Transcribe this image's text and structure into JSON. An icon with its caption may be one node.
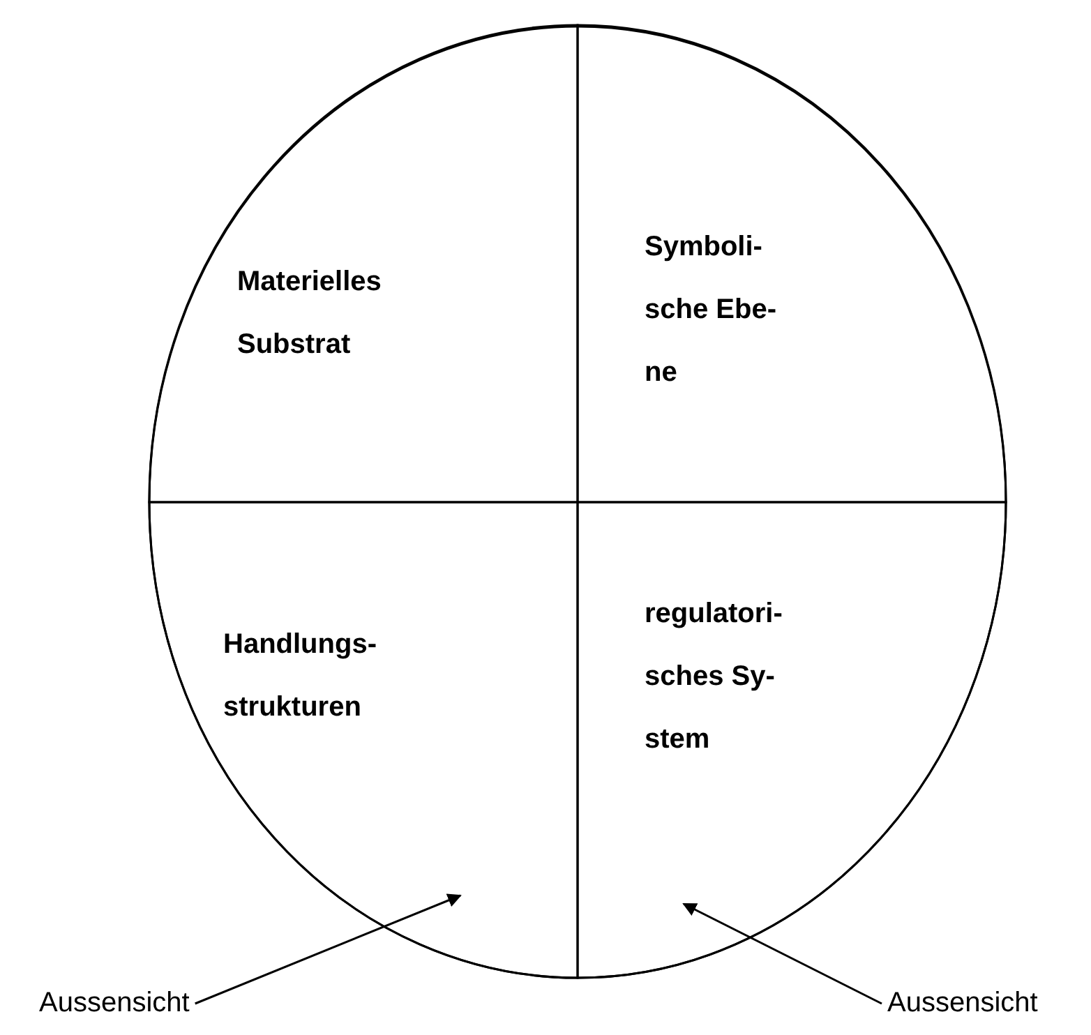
{
  "diagram": {
    "nodes": [
      {
        "text": [],
        "shape": "circle"
      },
      {
        "text": [
          "Materielles Substrat"
        ],
        "in": 0
      },
      {
        "text": [
          "Symboli- sche Ebe- ne"
        ],
        "in": 0
      },
      {
        "text": [
          "Handlungs- strukturen"
        ],
        "in": 0
      },
      {
        "text": [
          "regulatori- sches Sy- stem"
        ],
        "in": 0
      },
      {
        "text": [
          "Aussensicht"
        ]
      },
      {
        "text": [
          "Aussensicht"
        ]
      }
    ],
    "edges": [
      {
        "from": 5,
        "to": 3,
        "arrow": "to"
      },
      {
        "from": 6,
        "to": 4,
        "arrow": "to"
      }
    ]
  }
}
